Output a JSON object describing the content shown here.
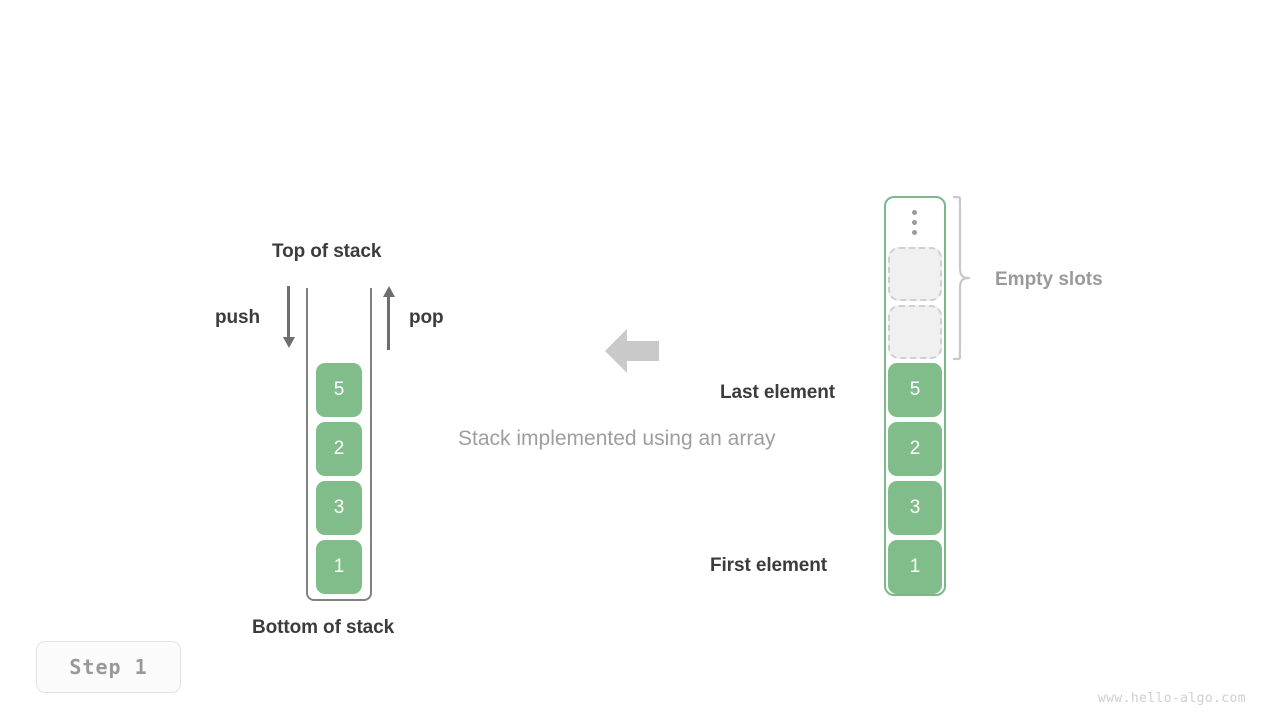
{
  "diagram": {
    "caption": "Stack implemented using an array",
    "step_badge": "Step  1",
    "watermark": "www.hello-algo.com",
    "accent_green": "#80bd8a",
    "border_green": "#7ab88a",
    "text_dark": "#3c3c3c",
    "text_gray": "#9e9e9e",
    "arrow_gray": "#6e6e6e",
    "empty_slot_fill": "#f0f0f0",
    "empty_slot_border": "#cfcfcf"
  },
  "left_stack": {
    "top_label": "Top of stack",
    "bottom_label": "Bottom of stack",
    "push_label": "push",
    "pop_label": "pop",
    "push_icon": "arrow-down-icon",
    "pop_icon": "arrow-up-icon",
    "values": [
      "5",
      "2",
      "3",
      "1"
    ]
  },
  "transform": {
    "icon": "arrow-left-icon"
  },
  "right_array": {
    "ellipsis_icon": "vertical-ellipsis-icon",
    "brace_icon": "curly-brace-icon",
    "empty_slots_label": "Empty slots",
    "empty_slots_count": 2,
    "last_element_label": "Last element",
    "first_element_label": "First element",
    "values": [
      "5",
      "2",
      "3",
      "1"
    ]
  }
}
